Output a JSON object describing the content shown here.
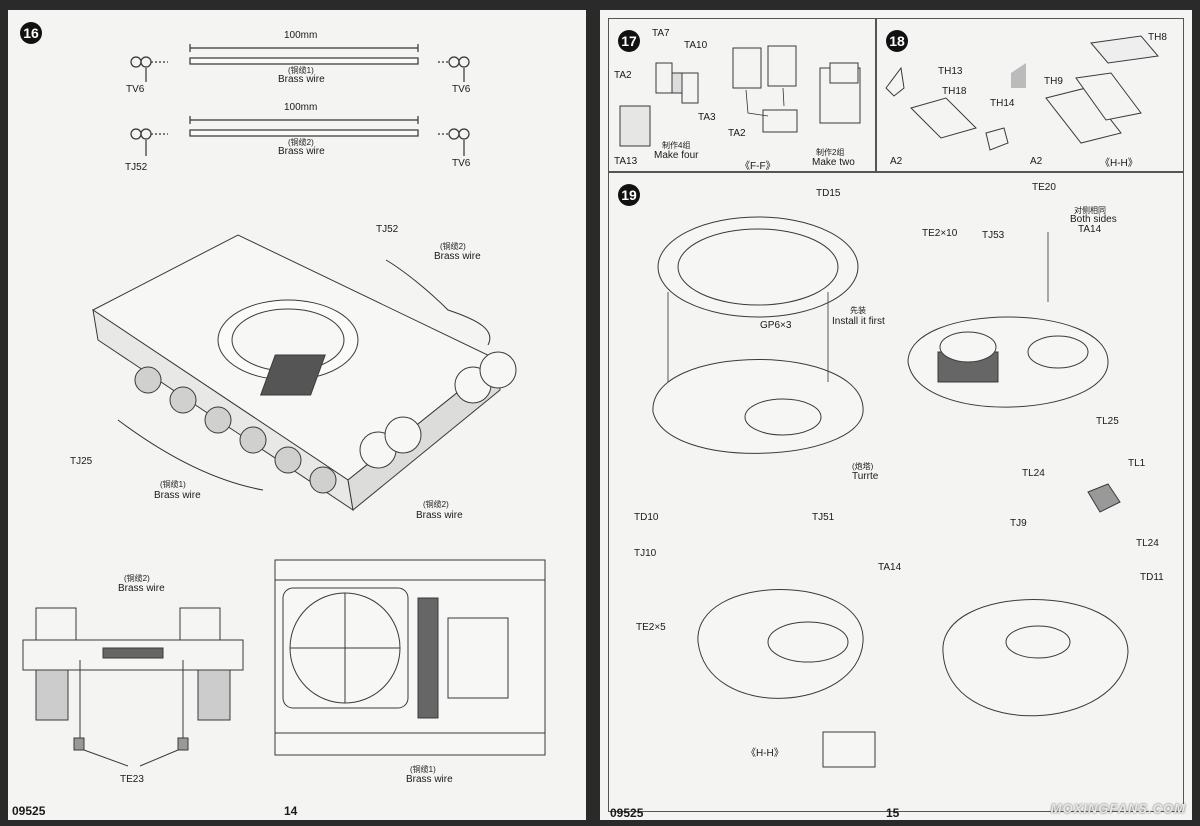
{
  "left": {
    "step16": {
      "number": "16",
      "wire1": {
        "length": "100mm",
        "label_cn": "(铜缆1)",
        "label_en": "Brass wire",
        "left_part": "TV6",
        "right_part": "TV6"
      },
      "wire2": {
        "length": "100mm",
        "label_cn": "(铜缆2)",
        "label_en": "Brass wire",
        "left_part": "TJ52",
        "right_part": "TV6"
      },
      "hull_callouts": {
        "tj52": "TJ52",
        "wire2_cn": "(铜缆2)",
        "wire2_en": "Brass wire",
        "tj25": "TJ25",
        "wire1_cn": "(铜缆1)",
        "wire1_en": "Brass wire"
      },
      "rear_callouts": {
        "wire2_cn": "(铜缆2)",
        "wire2_en": "Brass wire",
        "te23": "TE23"
      },
      "top_callouts": {
        "wire2_cn": "(铜缆2)",
        "wire2_en": "Brass wire",
        "wire1_cn": "(铜缆1)",
        "wire1_en": "Brass wire"
      }
    },
    "footer": {
      "code": "09525",
      "page": "14"
    }
  },
  "right": {
    "step17": {
      "number": "17",
      "parts": [
        "TA7",
        "TA10",
        "TA2",
        "TA3",
        "TA13"
      ],
      "ta2b": "TA2",
      "make_four_cn": "制作4组",
      "make_four_en": "Make four",
      "ff_label": "《F-F》",
      "make_two_cn": "制作2组",
      "make_two_en": "Make two"
    },
    "step18": {
      "number": "18",
      "parts": {
        "th13": "TH13",
        "th18": "TH18",
        "th14": "TH14",
        "a2a": "A2",
        "th9": "TH9",
        "th8": "TH8",
        "a2b": "A2"
      },
      "hh_label": "《H-H》"
    },
    "step19": {
      "number": "19",
      "td15": "TD15",
      "gp6": "GP6×3",
      "install_first_cn": "先装",
      "install_first_en": "Install it first",
      "te20": "TE20",
      "both_sides_cn": "对侧相同",
      "both_sides_en": "Both sides",
      "ta14a": "TA14",
      "te2x10": "TE2×10",
      "tj53": "TJ53",
      "turret_cn": "(炮塔)",
      "turret_en": "Turrte",
      "td10": "TD10",
      "tl25": "TL25",
      "tl24a": "TL24",
      "tl1": "TL1",
      "tl24b": "TL24",
      "tj51": "TJ51",
      "tj10": "TJ10",
      "ta14b": "TA14",
      "te2x5": "TE2×5",
      "hh_label": "《H-H》",
      "tj9": "TJ9",
      "td11": "TD11"
    },
    "footer": {
      "code": "09525",
      "page": "15"
    }
  },
  "watermark": "MOXINGFANS.COM"
}
